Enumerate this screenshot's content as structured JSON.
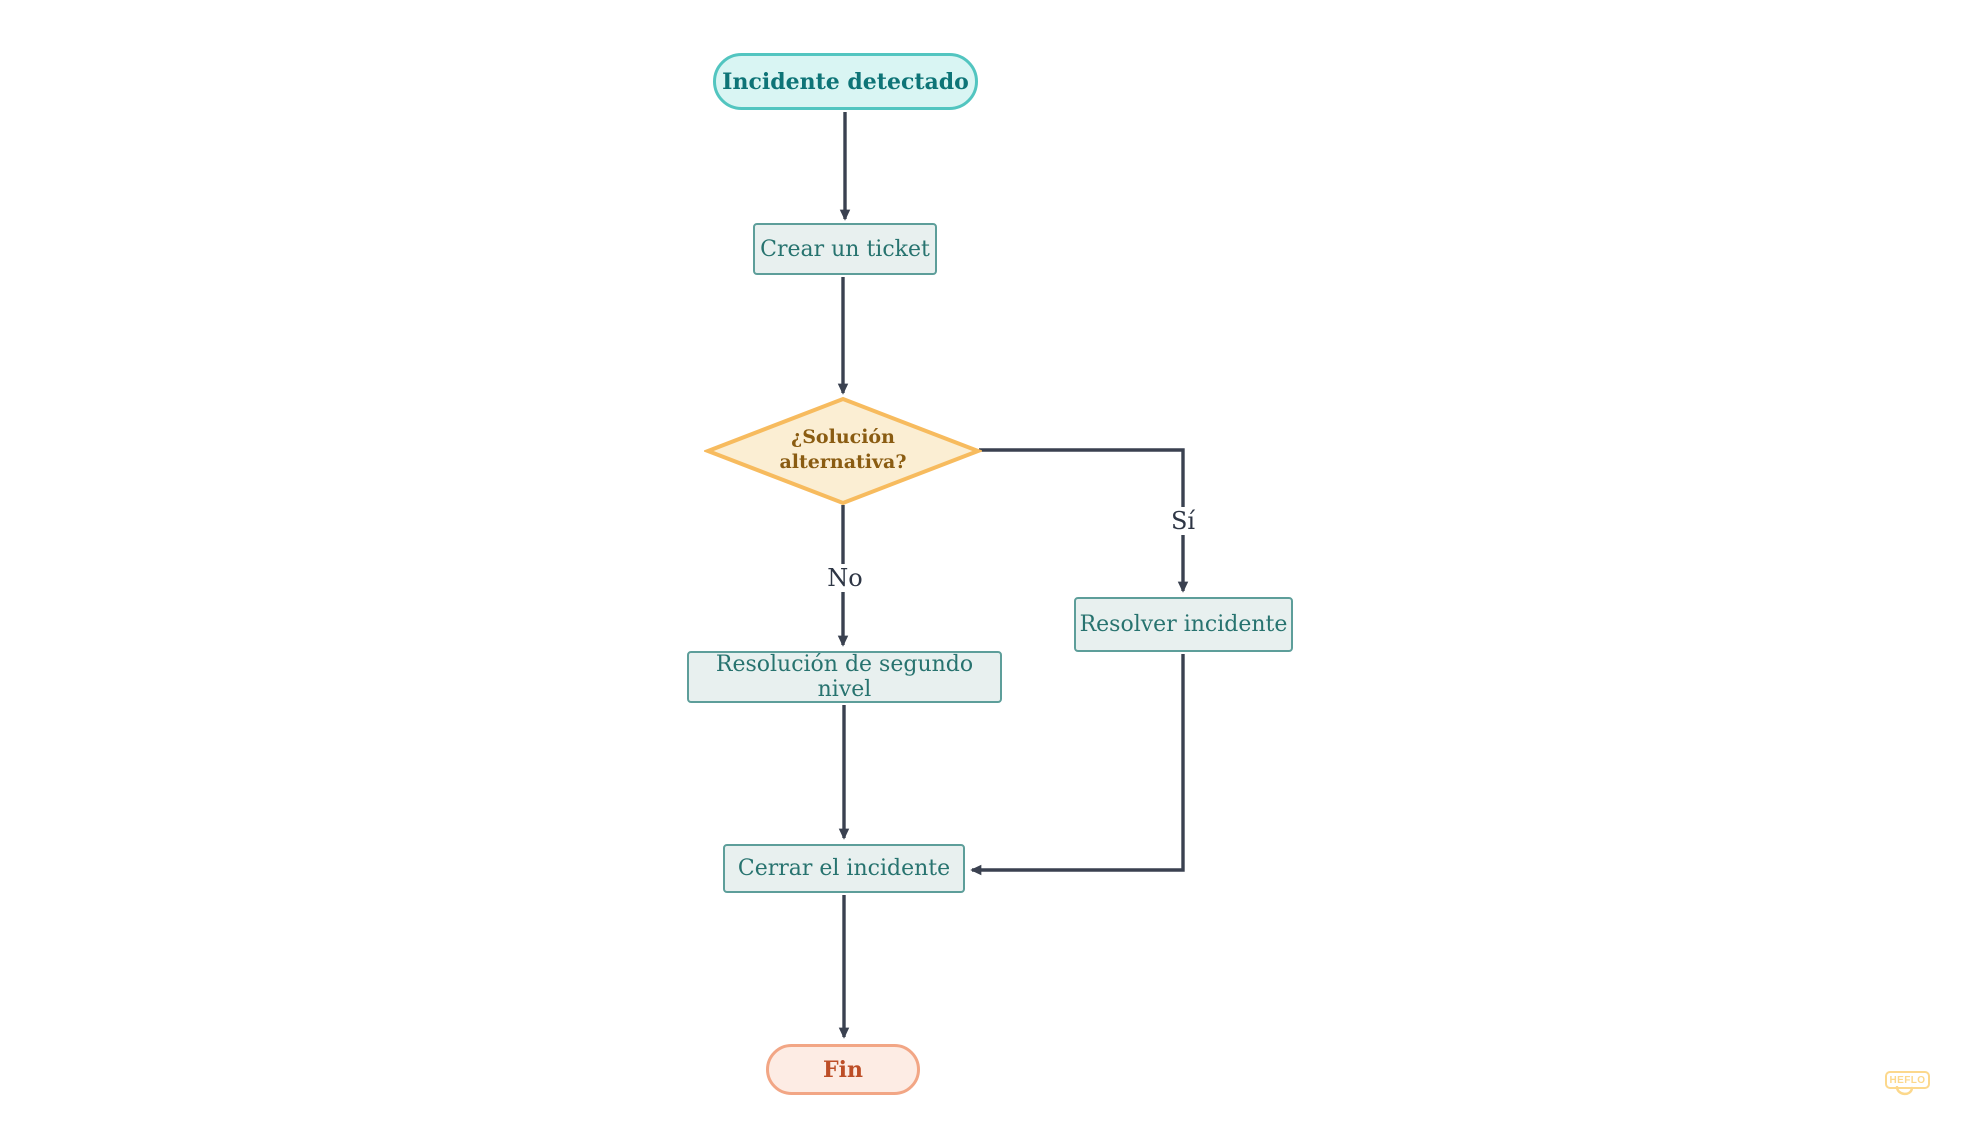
{
  "flowchart": {
    "nodes": {
      "start": {
        "label": "Incidente detectado"
      },
      "create_ticket": {
        "label": "Crear un ticket"
      },
      "decision": {
        "label": "¿Solución alternativa?"
      },
      "resolve_incident": {
        "label": "Resolver incidente"
      },
      "second_level_resolution": {
        "label": "Resolución de segundo nivel"
      },
      "close_incident": {
        "label": "Cerrar el incidente"
      },
      "end": {
        "label": "Fin"
      }
    },
    "edge_labels": {
      "yes": "Sí",
      "no": "No"
    },
    "colors": {
      "connector": "#3a4150",
      "start_border": "#52c5c0",
      "start_fill": "#d9f5f3",
      "start_text": "#0e7477",
      "task_border": "#5d9e9a",
      "task_fill": "#e8f0ef",
      "task_text": "#27736f",
      "gateway_border": "#f7bb5e",
      "gateway_fill": "#fbeed3",
      "gateway_text": "#8a5c12",
      "end_border": "#f2a685",
      "end_fill": "#fdece4",
      "end_text": "#bd4e27",
      "watermark": "#fcd88c"
    },
    "watermark": {
      "text": "HEFLO"
    }
  }
}
